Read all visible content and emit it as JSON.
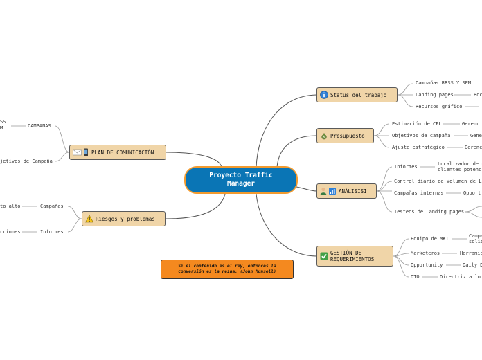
{
  "central": {
    "title_line1": "Proyecto Traffic",
    "title_line2": "Manager"
  },
  "note": {
    "text_line1": "Si el contenido es el rey, entonces la",
    "text_line2": "conversión es la reina. (John Munsell)"
  },
  "branches": {
    "status": {
      "label": "Status del trabajo",
      "icon": "info-icon",
      "children": [
        "Campañas RRSS Y SEM",
        "Landing pages",
        "Recursos gráfico"
      ],
      "grandchildren": [
        "Boc",
        "—"
      ]
    },
    "presupuesto": {
      "label": "Presupuesto",
      "icon": "money-bag-icon",
      "children": [
        "Estimación de CPL",
        "Objetivos de campaña",
        "Ajuste estratégico"
      ],
      "grandchildren": [
        "Gerenci",
        "Gene",
        "Gerenc"
      ]
    },
    "analisis": {
      "label": "ANÁLISISI",
      "icon": "analyst-chart-icon",
      "children": [
        "Informes",
        "Control diario de Volumen de LE",
        "Campañas internas",
        "Testeos de Landing pages"
      ],
      "grandchildren": [
        "Localizador de c",
        "clientes potenc",
        "Opport"
      ]
    },
    "gestion": {
      "label_line1": "GESTIÓN DE",
      "label_line2": "REQUERIMIENTOS",
      "icon": "check-icon",
      "children": [
        "Equipo de MKT",
        "Marketeros",
        "Opportunity",
        "DTO"
      ],
      "grandchildren": [
        "Campa",
        "solic",
        "Herramie",
        "Daily D",
        "Directriz a lo"
      ]
    },
    "comunicacion": {
      "label": "PLAN DE COMUNICACIÓN",
      "icon": "mail-phone-icon",
      "children": [
        "CAMPAÑAS",
        "jetivos de Campaña"
      ],
      "grandchildren": [
        "SS",
        "M"
      ]
    },
    "riesgos": {
      "label": "Riesgos y problemas",
      "icon": "warning-icon",
      "children": [
        "Campañas",
        "Informes"
      ],
      "grandchildren": [
        "to alto",
        "cciones"
      ]
    }
  },
  "colors": {
    "central_fill": "#0a75b5",
    "central_border": "#f29a2e",
    "branch_fill": "#f0d5a8",
    "note_fill": "#f4891f",
    "line": "#555555"
  }
}
